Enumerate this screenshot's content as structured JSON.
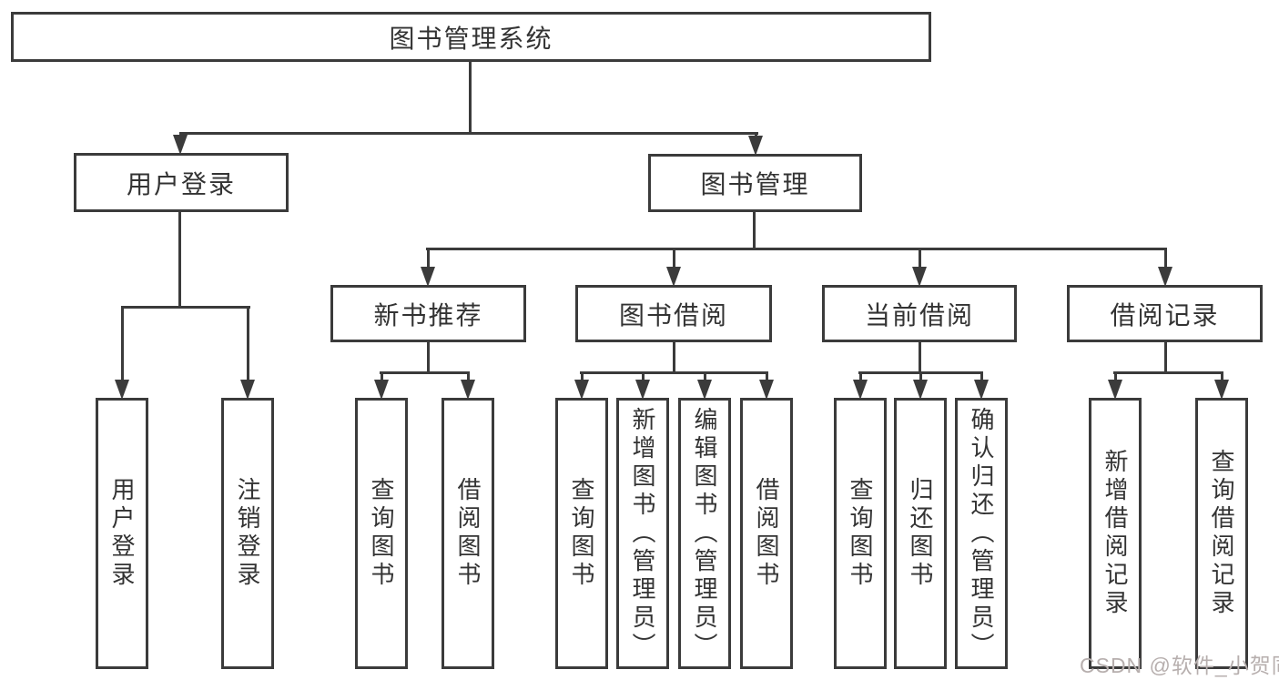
{
  "tree": {
    "root": {
      "label": "图书管理系统"
    },
    "level2": [
      {
        "label": "用户登录"
      },
      {
        "label": "图书管理"
      }
    ],
    "level3": [
      {
        "label": "新书推荐"
      },
      {
        "label": "图书借阅"
      },
      {
        "label": "当前借阅"
      },
      {
        "label": "借阅记录"
      }
    ],
    "leaves": {
      "user_login": [
        {
          "label": "用户登录"
        },
        {
          "label": "注销登录"
        }
      ],
      "new_book": [
        {
          "label": "查询图书"
        },
        {
          "label": "借阅图书"
        }
      ],
      "borrow": [
        {
          "label": "查询图书"
        },
        {
          "label": "新增图书（管理员）"
        },
        {
          "label": "编辑图书（管理员）"
        },
        {
          "label": "借阅图书"
        }
      ],
      "current": [
        {
          "label": "查询图书"
        },
        {
          "label": "归还图书"
        },
        {
          "label": "确认归还（管理员）"
        }
      ],
      "record": [
        {
          "label": "新增借阅记录"
        },
        {
          "label": "查询借阅记录"
        }
      ]
    }
  },
  "watermark": {
    "text": "CSDN @软件_小贺同学"
  },
  "colors": {
    "line": "#3b3b3b",
    "text": "#333333",
    "watermark": "#b7afae",
    "background": "#ffffff"
  }
}
